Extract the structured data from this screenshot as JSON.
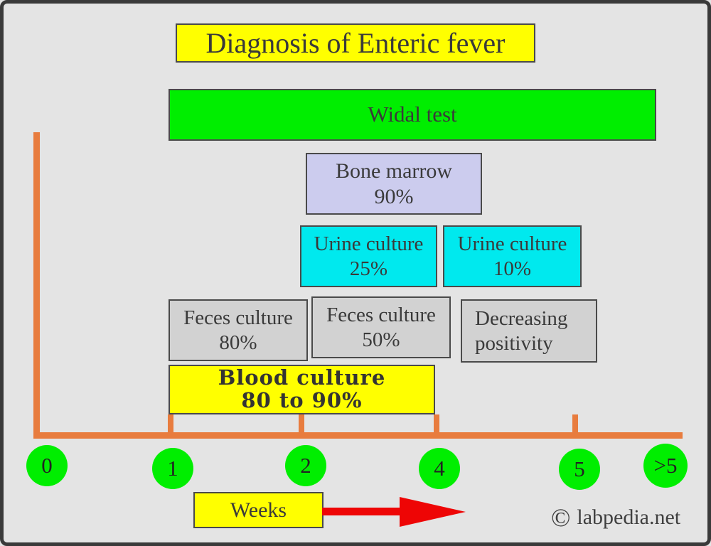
{
  "title_banner": {
    "text": "Diagnosis of Enteric fever"
  },
  "timeline_boxes": {
    "widal": {
      "label": "Widal test"
    },
    "bone_marrow": {
      "line1": "Bone marrow",
      "line2": "90%"
    },
    "urine_culture_early": {
      "line1": "Urine culture",
      "line2": "25%"
    },
    "urine_culture_late": {
      "line1": "Urine culture",
      "line2": "10%"
    },
    "feces_culture_early": {
      "line1": "Feces culture",
      "line2": "80%"
    },
    "feces_culture_late": {
      "line1": "Feces culture",
      "line2": "50%"
    },
    "decreasing_positivity": {
      "line1": "Decreasing",
      "line2": "positivity"
    },
    "blood_culture": {
      "line1": "Blood culture",
      "line2": "80 to 90%"
    }
  },
  "axis": {
    "week_labels": [
      "0",
      "1",
      "2",
      "4",
      "5",
      ">5"
    ],
    "axis_title": "Weeks"
  },
  "footer": {
    "copyright_symbol": "©",
    "site_name": "labpedia.net"
  },
  "colors": {
    "background": "#e4e4e4",
    "frame_border": "#3a3a3a",
    "yellow": "#ffff00",
    "green": "#00ee00",
    "cyan": "#00e9ee",
    "lavender": "#ccccee",
    "gray": "#d2d2d2",
    "axis_orange": "#e87c3e",
    "arrow_red": "#ee0505",
    "text": "#3a3a3a"
  }
}
